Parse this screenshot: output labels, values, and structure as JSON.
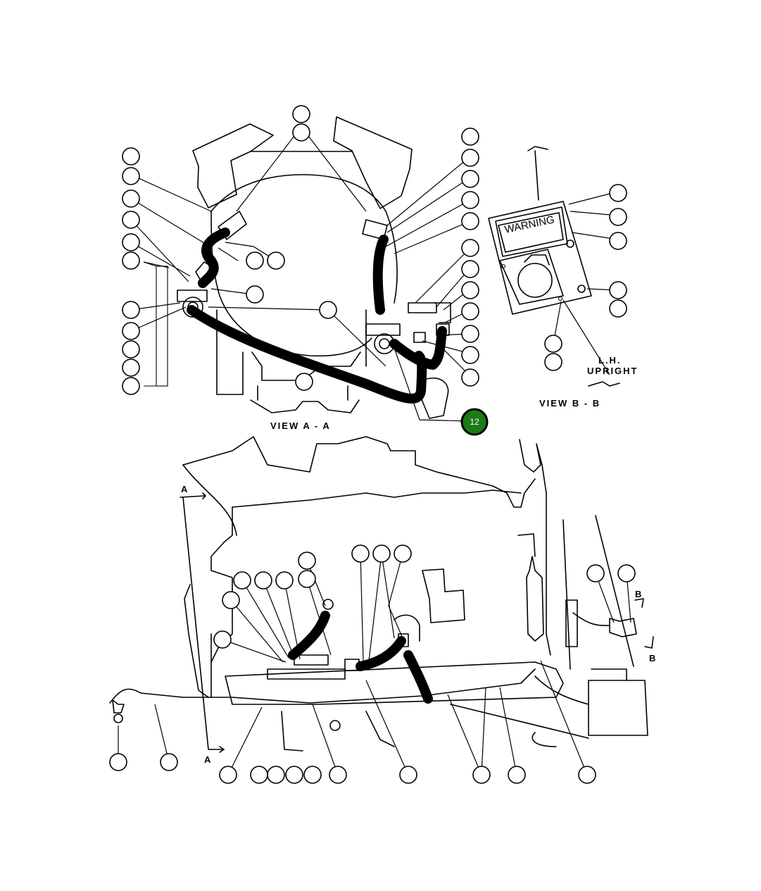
{
  "views": {
    "view_a": "VIEW  A  -  A",
    "view_b": "VIEW  B  -  B",
    "lh_line1": "L.H.",
    "lh_line2": "UPRIGHT"
  },
  "plate": {
    "warning_text": "WARNING"
  },
  "section_marks": {
    "a_top": "A",
    "a_bottom": "A",
    "b_top": "B",
    "b_bottom": "B"
  },
  "highlighted_callout": {
    "label": "12",
    "fill": "#1c7a17"
  },
  "colors": {
    "line": "#000000",
    "background": "#ffffff",
    "highlight": "#1c7a17"
  }
}
